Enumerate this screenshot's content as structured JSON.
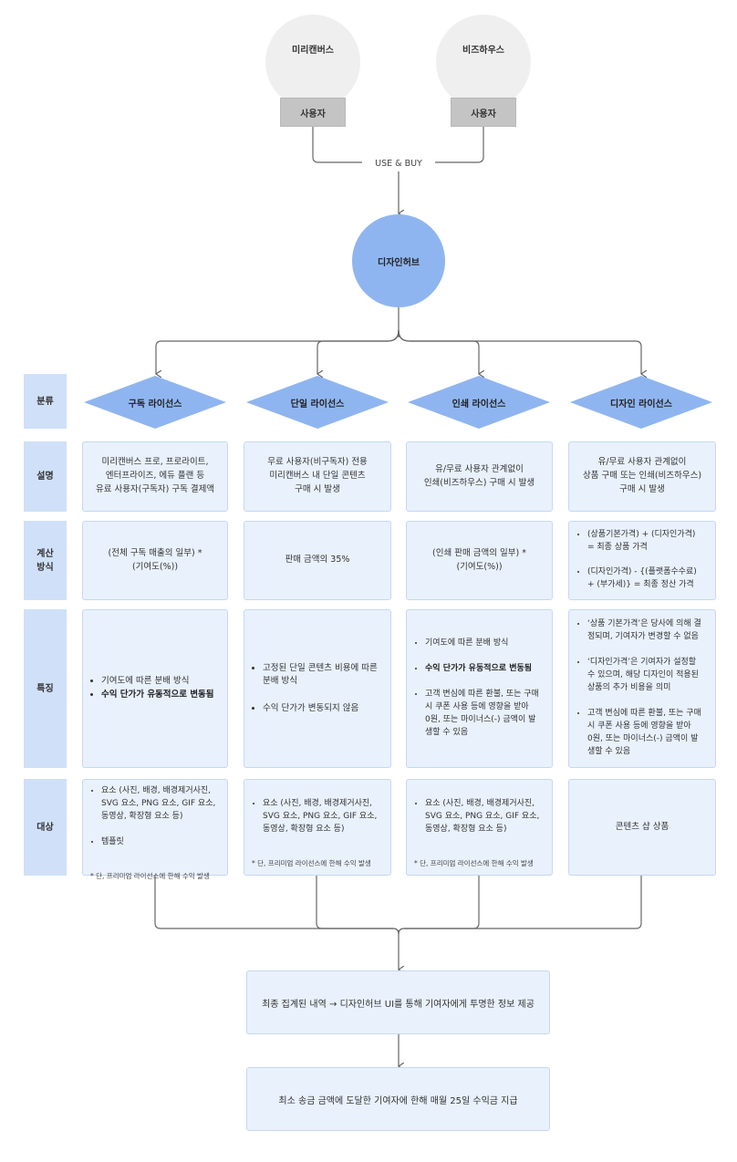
{
  "users": [
    {
      "name": "미리캔버스",
      "role": "사용자"
    },
    {
      "name": "비즈하우스",
      "role": "사용자"
    }
  ],
  "flow_label": "USE & BUY",
  "hub": "디자인허브",
  "row_labels": {
    "category": "분류",
    "description": "설명",
    "calc": "계산\n방식",
    "features": "특징",
    "target": "대상"
  },
  "licenses": [
    {
      "name": "구독 라이선스",
      "description": "미리캔버스 프로, 프로라이트,\n엔터프라이즈, 에듀 플랜 등\n유료 사용자(구독자) 구독 결제액",
      "calc": "(전체 구독 매출의 일부) *\n(기여도(%))",
      "features": [
        "기여도에 따른 분배 방식",
        "수익 단가가 유동적으로 변동됨"
      ],
      "targets": [
        "요소 (사진, 배경, 배경제거사진,\nSVG 요소, PNG 요소, GIF 요소,\n동영상, 확장형 요소 등)",
        "템플릿"
      ],
      "note": "* 단, 프리미엄 라이선스에 한해 수익 발생"
    },
    {
      "name": "단일 라이선스",
      "description": "무료 사용자(비구독자) 전용\n미리캔버스 내 단일 콘텐츠\n구매 시 발생",
      "calc": "판매 금액의 35%",
      "features": [
        "고정된 단일 콘텐츠 비용에 따른\n분배 방식",
        "수익 단가가 변동되지 않음"
      ],
      "targets": [
        "요소 (사진, 배경, 배경제거사진,\nSVG 요소, PNG 요소, GIF 요소,\n동영상, 확장형 요소 등)"
      ],
      "note": "* 단, 프리미엄 라이선스에 한해 수익 발생"
    },
    {
      "name": "인쇄 라이선스",
      "description": "유/무료 사용자 관계없이\n인쇄(비즈하우스) 구매 시 발생",
      "calc": "(인쇄 판매 금액의 일부) *\n(기여도(%))",
      "features": [
        "기여도에 따른 분배 방식",
        "수익 단가가 유동적으로 변동됨",
        "고객 변심에 따른 환불, 또는 구매\n시 쿠폰 사용 등에 영향을 받아\n0원, 또는 마이너스(-) 금액이  발\n생할 수 있음"
      ],
      "targets": [
        "요소 (사진, 배경, 배경제거사진,\nSVG 요소, PNG 요소, GIF 요소,\n동영상, 확장형 요소 등)"
      ],
      "note": "* 단, 프리미엄 라이선스에 한해 수익 발생"
    },
    {
      "name": "디자인 라이선스",
      "description": "유/무료 사용자 관계없이\n상품 구매 또는 인쇄(비즈하우스)\n구매 시 발생",
      "calc_items": [
        "(상품기본가격) + (디자인가격)\n= 최종 상품 가격",
        "(디자인가격) - {(플랫폼수수료)\n+ (부가세)} = 최종 정산 가격"
      ],
      "features": [
        "‘상품 기본가격’은 당사에 의해 결\n정되며, 기여자가 변경할 수 없음",
        "‘디자인가격’은 기여자가 설정할\n수 있으며, 해당 디자인이 적용된\n상품의 추가 비용을 의미",
        "고객 변심에 따른 환불, 또는 구매\n시 쿠폰 사용 등에 영향을 받아\n0원, 또는 마이너스(-) 금액이  발\n생할 수 있음"
      ],
      "target_text": "콘텐츠 샵 상품"
    }
  ],
  "bottom_steps": [
    "최종 집계된 내역 → 디자인허브 UI를 통해 기여자에게 투명한 정보 제공",
    "최소 송금 금액에 도달한 기여자에 한해 매월 25일 수익금 지급"
  ],
  "colors": {
    "hub": "#8fb5f0",
    "diamond": "#8fb5f0",
    "row_label": "#cfe0f8",
    "cell_bg": "#e9f1fc",
    "cell_border": "#c5d8f3",
    "user_circle": "#efefef",
    "user_tag": "#c4c4c4",
    "line": "#666666"
  }
}
